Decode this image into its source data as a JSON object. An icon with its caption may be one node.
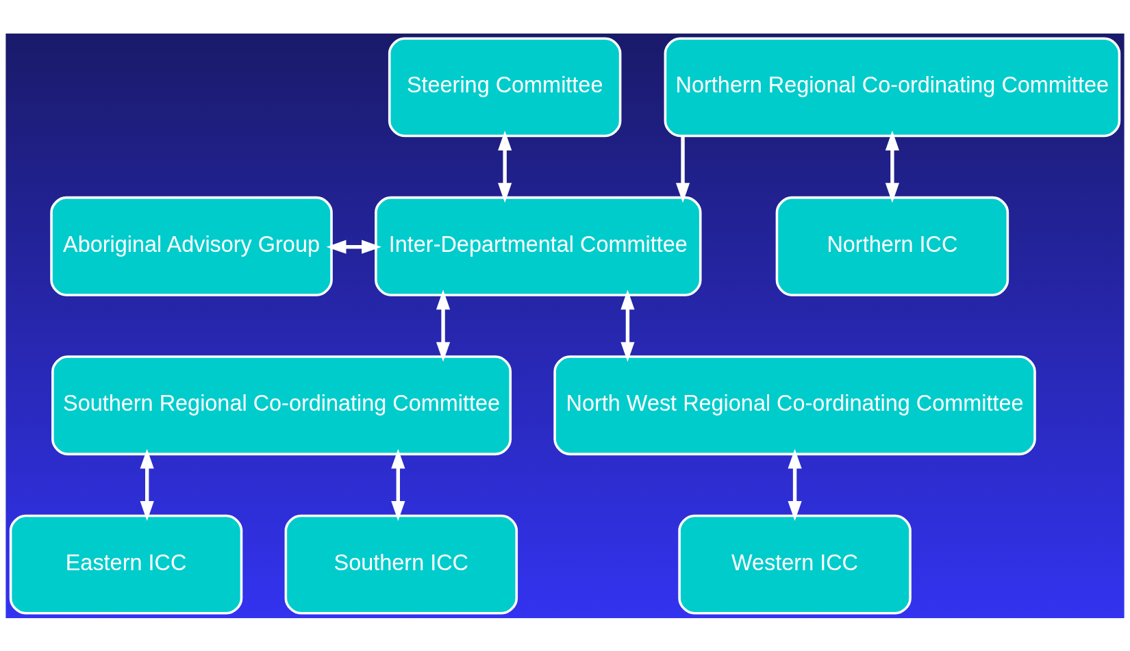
{
  "diagram": {
    "nodes": [
      {
        "text": [
          "Steering Committee"
        ]
      },
      {
        "text": [
          "Aboriginal Advisory Group"
        ]
      },
      {
        "text": [
          "Inter-Departmental Committee"
        ]
      },
      {
        "text": [
          "Southern Regional Co-ordinating Committee"
        ]
      },
      {
        "text": [
          "Northern Regional Co-ordinating Committee"
        ]
      },
      {
        "text": [
          "North West Regional Co-ordinating Committee"
        ]
      },
      {
        "text": [
          "Southern ICC"
        ]
      },
      {
        "text": [
          "Eastern ICC"
        ]
      },
      {
        "text": [
          "Northern ICC"
        ]
      },
      {
        "text": [
          "Western ICC"
        ]
      }
    ],
    "edges": [
      {
        "from": 0,
        "to": 2,
        "arrow": "both"
      },
      {
        "from": 1,
        "to": 2,
        "arrow": "both"
      },
      {
        "from": 2,
        "to": 3,
        "arrow": "both"
      },
      {
        "from": 4,
        "to": 2,
        "arrow": "to"
      },
      {
        "from": 2,
        "to": 5,
        "arrow": "both"
      },
      {
        "from": 3,
        "to": 6,
        "arrow": "both"
      },
      {
        "from": 3,
        "to": 7,
        "arrow": "both"
      },
      {
        "from": 4,
        "to": 8,
        "arrow": "both"
      },
      {
        "from": 5,
        "to": 9,
        "arrow": "both"
      }
    ]
  }
}
